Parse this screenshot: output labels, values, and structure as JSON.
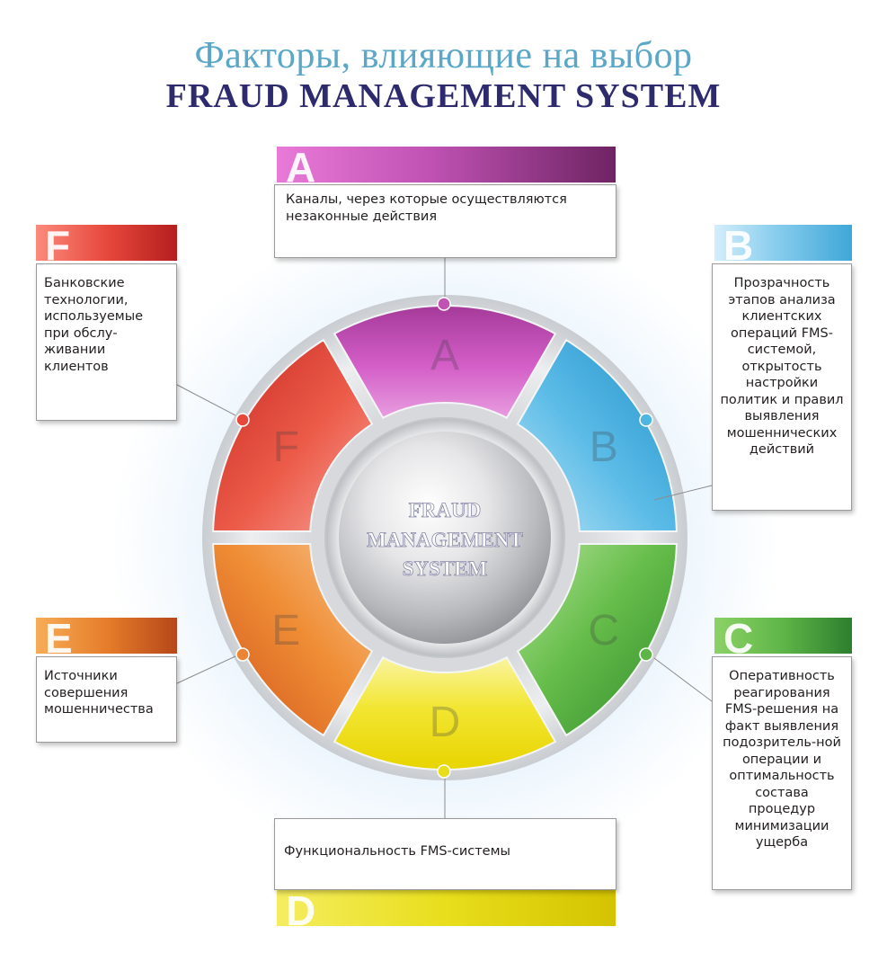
{
  "title": {
    "line1": "Факторы, влияющие на выбор",
    "line2": "FRAUD MANAGEMENT SYSTEM"
  },
  "center": {
    "line1": "FRAUD",
    "line2": "MANAGEMENT",
    "line3": "SYSTEM"
  },
  "segments": [
    {
      "letter": "A",
      "color": "#c04fb5"
    },
    {
      "letter": "B",
      "color": "#3ea7d8"
    },
    {
      "letter": "C",
      "color": "#5eb547"
    },
    {
      "letter": "D",
      "color": "#e8de1c"
    },
    {
      "letter": "E",
      "color": "#e57d2a"
    },
    {
      "letter": "F",
      "color": "#e7483c"
    }
  ],
  "factors": {
    "a": {
      "letter": "A",
      "text": "Каналы, через которые осуществляются незаконные действия"
    },
    "b": {
      "letter": "B",
      "text": "Прозрачность этапов анализа клиентских операций FMS-системой, открытость настройки политик и правил выявления мошеннических действий"
    },
    "c": {
      "letter": "C",
      "text": "Оперативность реагирования FMS-решения на факт выявления подозритель-ной операции и оптимальность состава процедур минимизации ущерба"
    },
    "d": {
      "letter": "D",
      "text": "Функциональность FMS-системы"
    },
    "e": {
      "letter": "E",
      "text": "Источники совершения мошенничества"
    },
    "f": {
      "letter": "F",
      "text": "Банковские технологии, используемые при обслу-живании клиентов"
    }
  }
}
